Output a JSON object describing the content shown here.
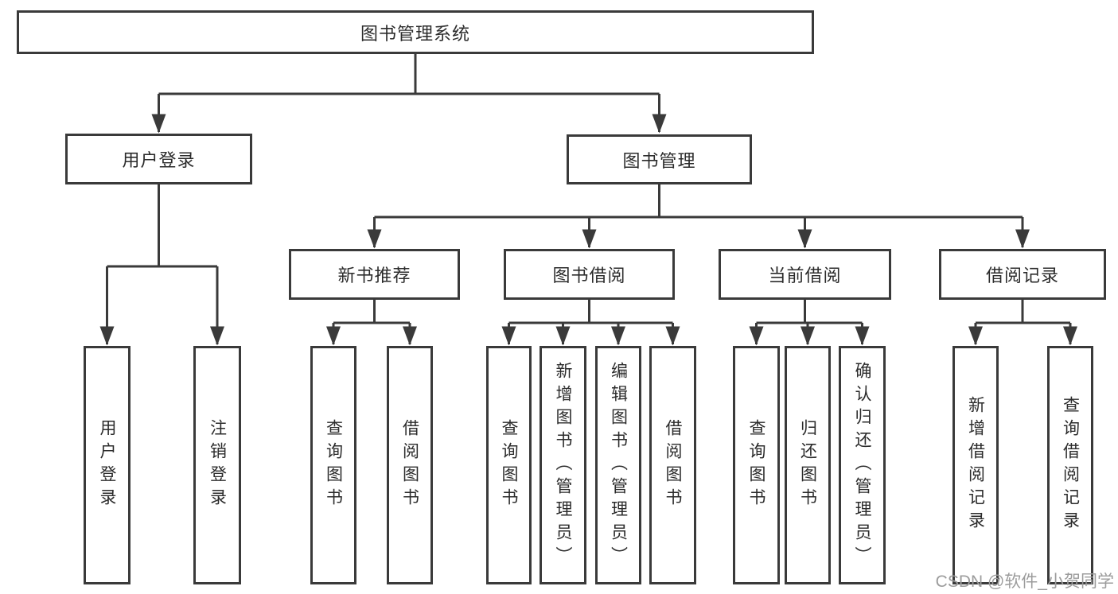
{
  "tree": {
    "root": {
      "label": "图书管理系统"
    },
    "branches": [
      {
        "label": "用户登录",
        "children": [
          {
            "label": "用户登录"
          },
          {
            "label": "注销登录"
          }
        ]
      },
      {
        "label": "图书管理",
        "children": [
          {
            "label": "新书推荐",
            "children": [
              {
                "label": "查询图书"
              },
              {
                "label": "借阅图书"
              }
            ]
          },
          {
            "label": "图书借阅",
            "children": [
              {
                "label": "查询图书"
              },
              {
                "label": "新增图书（管理员）"
              },
              {
                "label": "编辑图书（管理员）"
              },
              {
                "label": "借阅图书"
              }
            ]
          },
          {
            "label": "当前借阅",
            "children": [
              {
                "label": "查询图书"
              },
              {
                "label": "归还图书"
              },
              {
                "label": "确认归还（管理员）"
              }
            ]
          },
          {
            "label": "借阅记录",
            "children": [
              {
                "label": "新增借阅记录"
              },
              {
                "label": "查询借阅记录"
              }
            ]
          }
        ]
      }
    ]
  },
  "watermark": {
    "text": "CSDN @软件_小贺同学",
    "color": "#9c9c9c"
  },
  "colors": {
    "line": "#3a3a3a",
    "text": "#2b2b2b",
    "background": "#ffffff"
  }
}
